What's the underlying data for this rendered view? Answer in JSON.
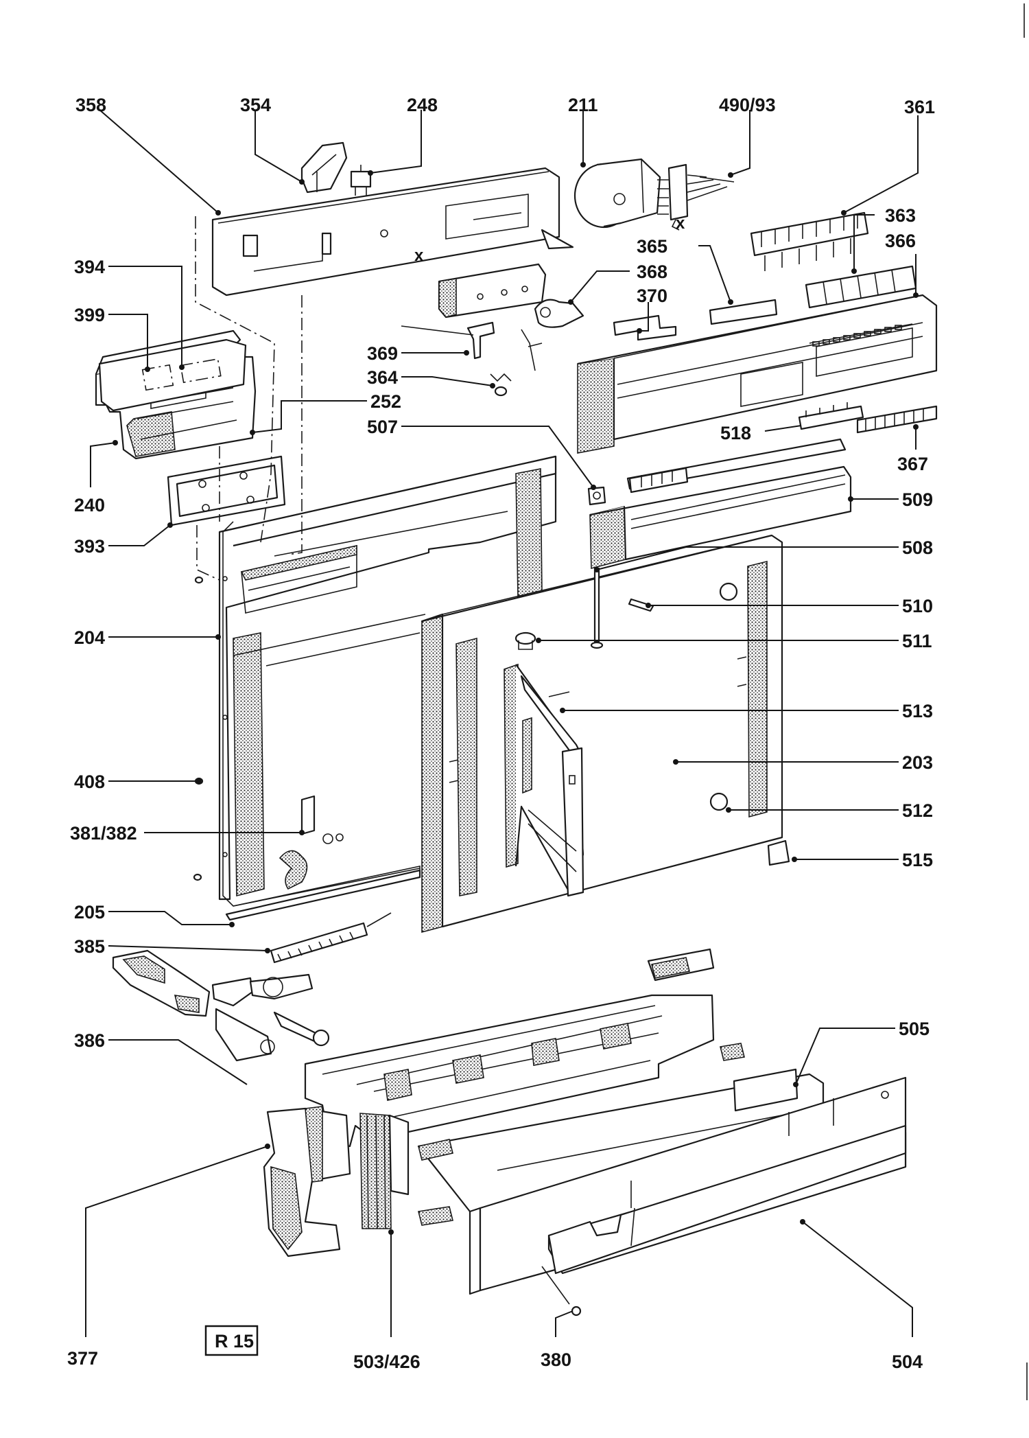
{
  "labels": {
    "l358": "358",
    "l354": "354",
    "l248": "248",
    "l211": "211",
    "l490_93": "490/93",
    "l361": "361",
    "l363": "363",
    "l366": "366",
    "l365": "365",
    "l368": "368",
    "l370": "370",
    "l394": "394",
    "l399": "399",
    "l369": "369",
    "l364": "364",
    "l252": "252",
    "l507": "507",
    "l518": "518",
    "l367": "367",
    "l240": "240",
    "l509": "509",
    "l393": "393",
    "l508": "508",
    "l510": "510",
    "l204": "204",
    "l511": "511",
    "l513": "513",
    "l203": "203",
    "l408": "408",
    "l512": "512",
    "l381_382": "381/382",
    "l515": "515",
    "l205": "205",
    "l385": "385",
    "l505": "505",
    "l386": "386",
    "l377": "377",
    "l503_426": "503/426",
    "l380": "380",
    "l504": "504",
    "x1": "x",
    "x2": "x"
  },
  "page_tag": "R 15",
  "colors": {
    "ink": "#141414",
    "paper": "#ffffff"
  }
}
